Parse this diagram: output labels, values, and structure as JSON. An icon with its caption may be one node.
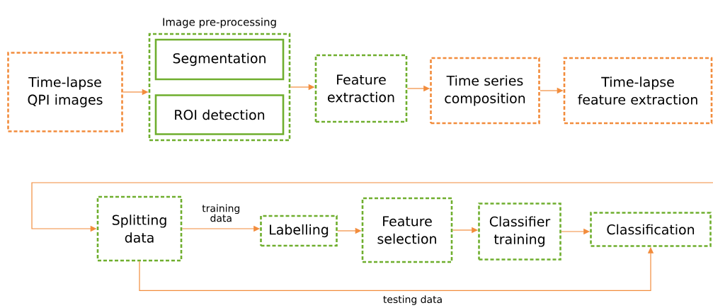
{
  "diagram": {
    "nodes": [
      {
        "text": [
          "Time-lapse QPI images"
        ]
      },
      {
        "text": [
          "Image pre-processing"
        ]
      },
      {
        "text": [
          "Segmentation"
        ],
        "in": 1
      },
      {
        "text": [
          "ROI detection"
        ],
        "in": 1
      },
      {
        "text": [
          "Feature extraction"
        ]
      },
      {
        "text": [
          "Time series composition"
        ]
      },
      {
        "text": [
          "Time-lapse feature extraction"
        ]
      },
      {
        "text": [
          "Splitting data"
        ]
      },
      {
        "text": [
          "Labelling"
        ]
      },
      {
        "text": [
          "Feature selection"
        ]
      },
      {
        "text": [
          "Classifier training"
        ]
      },
      {
        "text": [
          "Classification"
        ]
      }
    ],
    "edges": [
      {
        "from": 0,
        "to": 1,
        "arrow": "to"
      },
      {
        "from": 1,
        "to": 4,
        "arrow": "to"
      },
      {
        "from": 4,
        "to": 5,
        "arrow": "to"
      },
      {
        "from": 5,
        "to": 6,
        "arrow": "to"
      },
      {
        "from": null,
        "to": 7,
        "arrow": "to"
      },
      {
        "from": 7,
        "to": 8,
        "arrow": "to",
        "label": "training data"
      },
      {
        "from": 8,
        "to": 9,
        "arrow": "to"
      },
      {
        "from": 9,
        "to": 10,
        "arrow": "to"
      },
      {
        "from": 10,
        "to": 11,
        "arrow": "to"
      },
      {
        "from": 7,
        "to": 11,
        "arrow": "to",
        "label": "testing data"
      }
    ]
  }
}
